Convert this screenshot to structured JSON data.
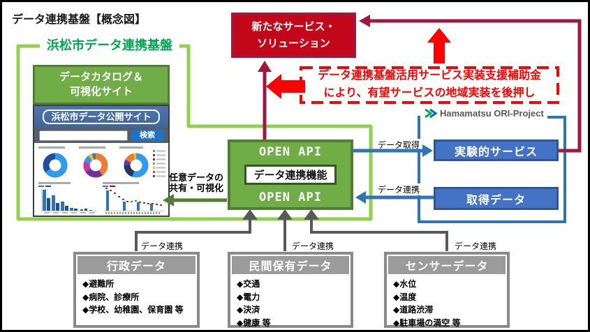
{
  "title": "データ連携基盤【概念図】",
  "platform": {
    "label": "浜松市データ連携基盤",
    "catalog_header": {
      "line1": "データカタログ＆",
      "line2": "可視化サイト"
    },
    "site": {
      "title": "浜松市データ公開サイト",
      "search_button": "検索"
    },
    "open_api": {
      "top": "OPEN API",
      "middle": "データ連携機能",
      "bottom": "OPEN API"
    },
    "share_label": {
      "line1": "任意データの",
      "line2": "共有・可視化"
    }
  },
  "new_service": {
    "line1": "新たなサービス・",
    "line2": "ソリューション"
  },
  "subsidy": {
    "line1": "データ連携基盤活用サービス実装支援補助金",
    "line2": "により、有望サービスの地域実装を後押し"
  },
  "ori": {
    "label": "Hamamatsu ORI-Project",
    "experimental": "実験的サービス",
    "acquired": "取得データ",
    "acquire_edge": "データ取得",
    "link_edge": "データ連携"
  },
  "sources": [
    {
      "title": "行政データ",
      "edge": "データ連携",
      "items": [
        "◆避難所",
        "◆病院、診療所",
        "◆学校、幼稚園、保育園 等"
      ]
    },
    {
      "title": "民間保有データ",
      "edge": "データ連携",
      "items": [
        "◆交通",
        "◆電力",
        "◆決済",
        "◆健康 等"
      ]
    },
    {
      "title": "センサーデータ",
      "edge": "データ連携",
      "items": [
        "◆水位",
        "◆温度",
        "◆道路渋滞",
        "◆駐車場の満空 等"
      ]
    }
  ],
  "colors": {
    "light_green": "#92D050",
    "green": "#70AD47",
    "green_dark": "#507E32",
    "label_green": "#00A650",
    "red": "#FF0000",
    "crimson": "#C3071B",
    "maroon": "#A01840",
    "blue": "#4472C4",
    "blue_dark": "#2F5597",
    "blue_line": "#2E75B6",
    "gray_box": "#9B9B9B",
    "gray_line": "#595959"
  }
}
